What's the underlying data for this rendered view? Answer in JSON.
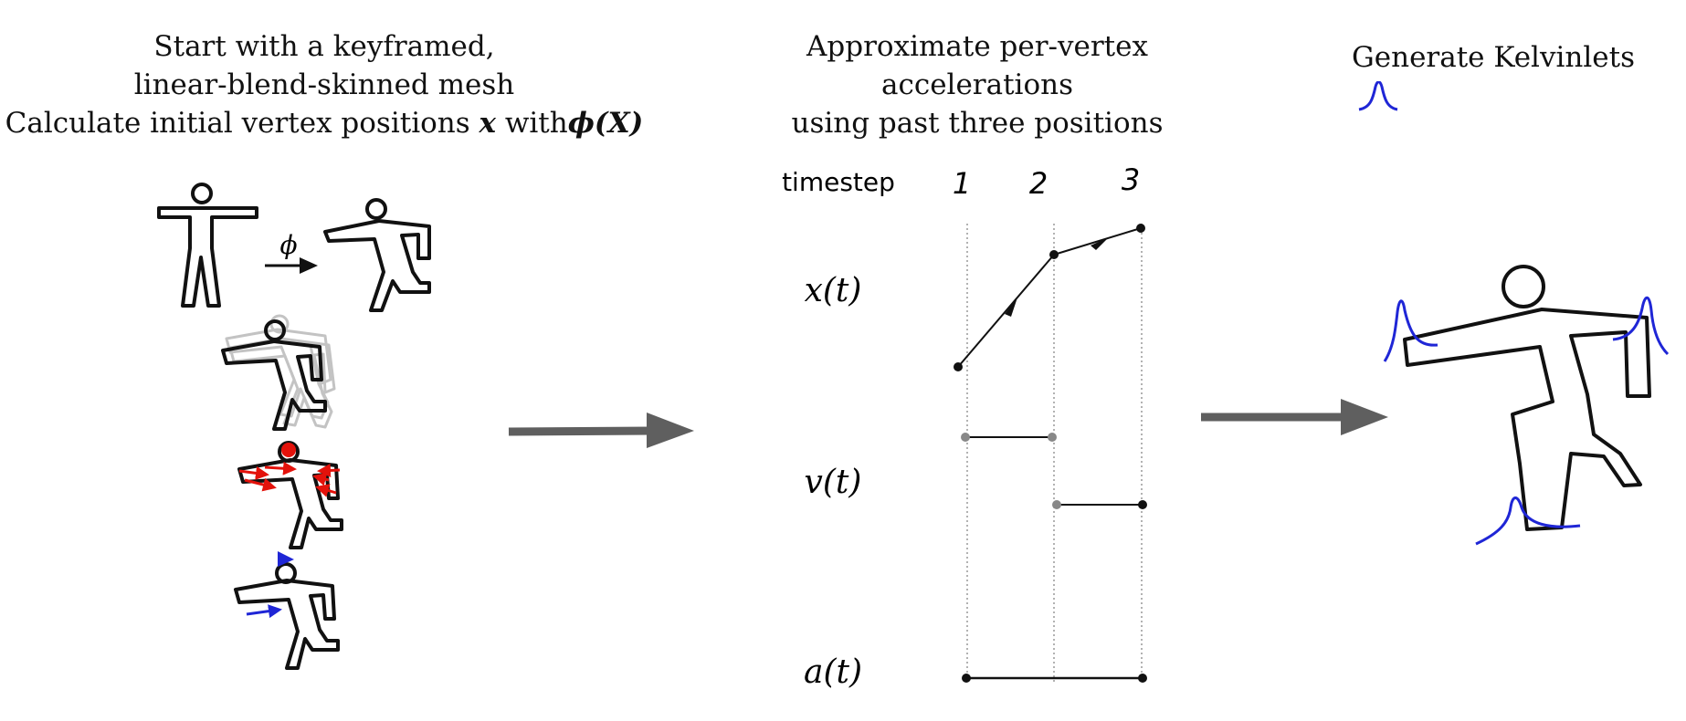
{
  "step1": {
    "line1": "Start with a keyframed,",
    "line2": "linear-blend-skinned mesh",
    "line3_prefix": "Calculate initial vertex positions",
    "line3_var": "x",
    "line3_mid": "with",
    "line3_formula": "ϕ(X)",
    "map_symbol": "ϕ"
  },
  "step2": {
    "line1": "Approximate per-vertex accelerations",
    "line2": "using past three positions",
    "timestep_label": "timestep",
    "timesteps": [
      "1",
      "2",
      "3"
    ],
    "rows": [
      "x(t)",
      "v(t)",
      "a(t)"
    ]
  },
  "step3": {
    "line1": "Generate Kelvinlets",
    "kelvinlet_icon": "kelvinlet-glyph"
  },
  "colors": {
    "arrow_gray": "#5f5f5f",
    "force_red": "#e3120b",
    "kelvinlet_blue": "#1f26d6",
    "ghost_gray": "#bdbdbd"
  }
}
